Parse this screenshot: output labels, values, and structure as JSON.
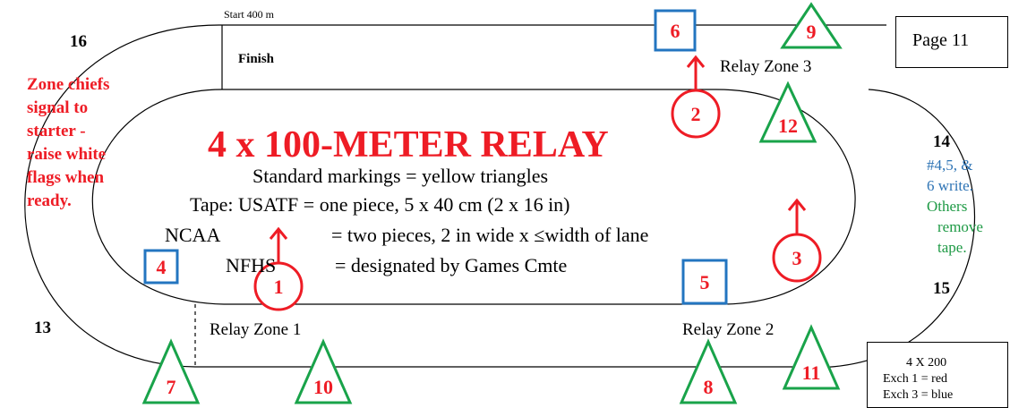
{
  "diagram": {
    "title": "4 x 100-METER RELAY",
    "subtitle": "Standard markings = yellow triangles",
    "tape_lines": [
      "Tape: USATF = one piece, 5 x 40 cm (2 x 16 in)",
      "NCAA",
      "= two pieces, 2 in wide x ",
      "≤",
      "width of lane",
      "NFHS",
      "= designated by Games Cmte"
    ],
    "start_label": "Start 400 m",
    "finish_label": "Finish",
    "page_label": "Page 11",
    "zone_labels": [
      "Relay Zone 1",
      "Relay Zone 2",
      "Relay Zone 3"
    ],
    "curve_numbers": [
      "16",
      "14",
      "15",
      "13"
    ],
    "note_red": [
      "Zone chiefs",
      "signal to",
      "starter -",
      "raise white",
      "flags when",
      "ready."
    ],
    "note_green_blue": [
      "#4,5, &",
      "6 write.",
      "Others",
      "remove",
      "tape."
    ],
    "legend_lines": [
      "4 X 200",
      "Exch 1 =  red",
      "Exch 3  = blue"
    ],
    "triangle_numbers": [
      "7",
      "10",
      "8",
      "11",
      "12",
      "9"
    ],
    "square_numbers": [
      "4",
      "5",
      "6"
    ],
    "circle_numbers": [
      "1",
      "2",
      "3"
    ],
    "colors": {
      "red": "#ee1c25",
      "green": "#19a34a",
      "blue": "#2375c0",
      "green_text": "#1e9a45",
      "blue_text": "#2e74b5"
    }
  }
}
